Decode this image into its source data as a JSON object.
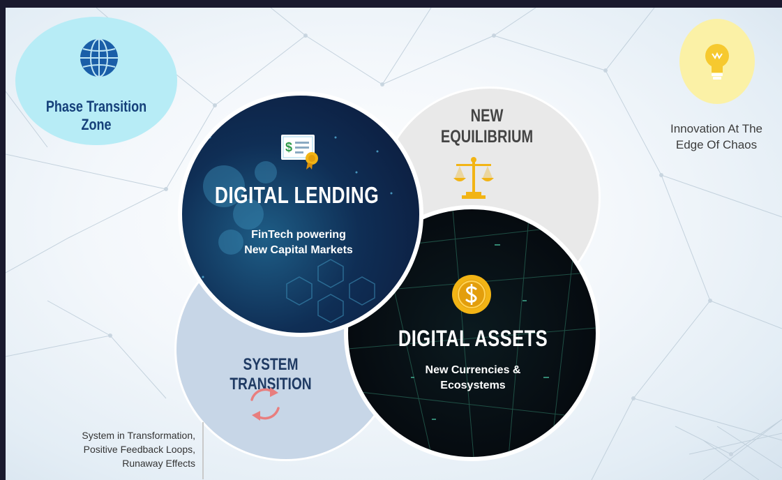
{
  "phase_zone": {
    "label_line1": "Phase Transition",
    "label_line2": "Zone",
    "icon": "globe-icon"
  },
  "innovation": {
    "label_line1": "Innovation At The",
    "label_line2": "Edge Of Chaos",
    "icon": "lightbulb-icon"
  },
  "new_equilibrium": {
    "title_line1": "NEW",
    "title_line2": "EQUILIBRIUM",
    "icon": "scales-icon"
  },
  "digital_lending": {
    "title": "DIGITAL LENDING",
    "subtitle_line1": "FinTech powering",
    "subtitle_line2": "New Capital Markets",
    "icon": "certificate-icon"
  },
  "digital_assets": {
    "title": "DIGITAL ASSETS",
    "subtitle_line1": "New Currencies &",
    "subtitle_line2": "Ecosystems",
    "icon": "dollar-coin-icon"
  },
  "system_transition": {
    "title": "SYSTEM TRANSITION",
    "icon": "refresh-cycle-icon"
  },
  "feedback_note": {
    "line1": "System in Transformation,",
    "line2": "Positive Feedback Loops,",
    "line3": "Runaway Effects"
  },
  "colors": {
    "page_frame": "#1a1a2e",
    "phase_zone_fill": "#b7ecf6",
    "phase_text": "#15407a",
    "bulb_fill": "#fbf1a6",
    "equilibrium_fill": "#e9e9e9",
    "transition_fill": "#c7d6e7",
    "lending_fill": "#0f2e55",
    "assets_fill": "#060b10",
    "coin_gold": "#f2b415",
    "refresh_red": "#e87e7e"
  }
}
